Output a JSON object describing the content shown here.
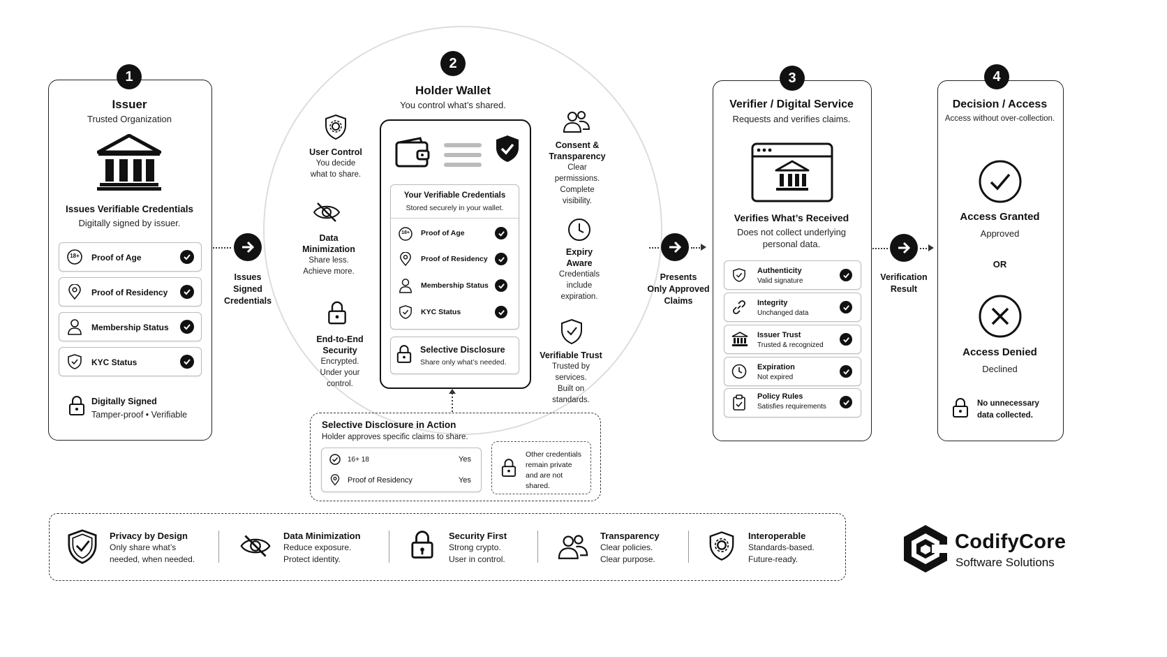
{
  "steps": {
    "one": "1",
    "two": "2",
    "three": "3",
    "four": "4"
  },
  "issuer": {
    "title": "Issuer",
    "subtitle": "Trusted Organization",
    "heading": "Issues Verifiable Credentials",
    "subheading": "Digitally signed by issuer.",
    "credentials": [
      "Proof of Age",
      "Proof of Residency",
      "Membership Status",
      "KYC Status"
    ],
    "age_icon_text": "18+",
    "signed_title": "Digitally Signed",
    "signed_sub": "Tamper-proof • Verifiable"
  },
  "arrow1": {
    "line1": "Issues",
    "line2": "Signed",
    "line3": "Credentials"
  },
  "wallet": {
    "title": "Holder Wallet",
    "subtitle": "You control what’s shared.",
    "creds_title": "Your Verifiable Credentials",
    "creds_sub": "Stored securely in your wallet.",
    "credentials": [
      "Proof of Age",
      "Proof of Residency",
      "Membership Status",
      "KYC Status"
    ],
    "age_icon_text": "18+",
    "sd_title": "Selective Disclosure",
    "sd_sub": "Share only what’s needed.",
    "left_features": [
      {
        "title": "User Control",
        "desc": [
          "You decide",
          "what to share."
        ]
      },
      {
        "title": "Data",
        "title2": "Minimization",
        "desc": [
          "Share less.",
          "Achieve more."
        ]
      },
      {
        "title": "End-to-End",
        "title2": "Security",
        "desc": [
          "Encrypted.",
          "Under your",
          "control."
        ]
      }
    ],
    "right_features": [
      {
        "title": "Consent &",
        "title2": "Transparency",
        "desc": [
          "Clear",
          "permissions.",
          "Complete",
          "visibility."
        ]
      },
      {
        "title": "Expiry",
        "title2": "Aware",
        "desc": [
          "Credentials",
          "include",
          "expiration."
        ]
      },
      {
        "title": "Verifiable Trust",
        "desc": [
          "Trusted by",
          "services.",
          "Built on",
          "standards."
        ]
      }
    ]
  },
  "selective": {
    "title": "Selective Disclosure in Action",
    "subtitle": "Holder approves specific claims to share.",
    "claims": [
      {
        "label": "16+ 18",
        "value": "Yes"
      },
      {
        "label": "Proof of Residency",
        "value": "Yes"
      }
    ],
    "private_note": [
      "Other credentials",
      "remain private",
      "and are not",
      "shared."
    ]
  },
  "arrow2": {
    "line1": "Presents",
    "line2": "Only Approved",
    "line3": "Claims"
  },
  "verifier": {
    "title": "Verifier / Digital Service",
    "subtitle": "Requests and verifies claims.",
    "heading": "Verifies What’s Received",
    "desc1": "Does not collect underlying",
    "desc2": "personal data.",
    "checks": [
      {
        "title": "Authenticity",
        "sub": "Valid signature"
      },
      {
        "title": "Integrity",
        "sub": "Unchanged data"
      },
      {
        "title": "Issuer Trust",
        "sub": "Trusted & recognized"
      },
      {
        "title": "Expiration",
        "sub": "Not expired"
      },
      {
        "title": "Policy Rules",
        "sub": "Satisfies requirements"
      }
    ]
  },
  "arrow3": {
    "line1": "Verification",
    "line2": "Result"
  },
  "decision": {
    "title": "Decision / Access",
    "subtitle": "Access without over-collection.",
    "granted": "Access Granted",
    "granted_sub": "Approved",
    "or": "OR",
    "denied": "Access Denied",
    "denied_sub": "Declined",
    "note1": "No unnecessary",
    "note2": "data collected."
  },
  "principles": [
    {
      "title": "Privacy by Design",
      "l1": "Only share what’s",
      "l2": "needed, when needed.",
      "icon": "shield-check-icon"
    },
    {
      "title": "Data Minimization",
      "l1": "Reduce exposure.",
      "l2": "Protect identity.",
      "icon": "eye-off-icon"
    },
    {
      "title": "Security First",
      "l1": "Strong crypto.",
      "l2": "User in control.",
      "icon": "lock-icon"
    },
    {
      "title": "Transparency",
      "l1": "Clear policies.",
      "l2": "Clear purpose.",
      "icon": "users-icon"
    },
    {
      "title": "Interoperable",
      "l1": "Standards-based.",
      "l2": "Future-ready.",
      "icon": "shield-gear-icon"
    }
  ],
  "brand": {
    "name": "CodifyCore",
    "tagline": "Software Solutions"
  },
  "colors": {
    "ink": "#111111",
    "border": "#222222",
    "muted": "#bbbbbb"
  }
}
